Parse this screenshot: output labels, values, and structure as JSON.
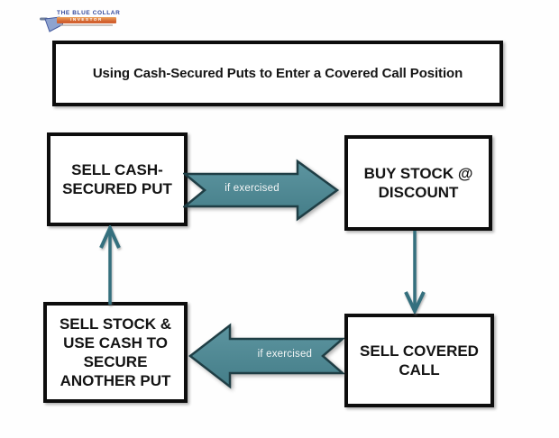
{
  "logo": {
    "alt": "The Blue Collar Investor logo",
    "line1": "THE BLUE COLLAR",
    "line2": "INVESTOR"
  },
  "title": {
    "text": "Using Cash-Secured Puts to Enter a Covered Call Position"
  },
  "flow": {
    "boxes": {
      "sell_put": {
        "lines": [
          "SELL CASH-",
          "SECURED PUT"
        ]
      },
      "buy_stock": {
        "lines": [
          "BUY STOCK @",
          "DISCOUNT"
        ]
      },
      "sell_call": {
        "lines": [
          "SELL COVERED",
          "CALL"
        ]
      },
      "sell_stock": {
        "lines": [
          "SELL STOCK &",
          "USE CASH TO",
          "SECURE",
          "ANOTHER PUT"
        ]
      }
    },
    "arrows": {
      "put_to_stock": {
        "label": "if exercised",
        "direction": "right"
      },
      "stock_to_call": {
        "label": "",
        "direction": "down"
      },
      "call_to_sell": {
        "label": "if exercised",
        "direction": "left"
      },
      "sell_to_put": {
        "label": "",
        "direction": "up"
      }
    }
  },
  "colors": {
    "arrow_fill": "#4c8690",
    "arrow_fill_light": "#5d95a0",
    "arrow_fill_dark": "#447d88",
    "arrow_stroke": "#1f3e45",
    "thin_arrow": "#35707e",
    "box_border": "#0d0d0d",
    "logo_blue": "#33489b",
    "logo_orange": "#d2612f"
  }
}
